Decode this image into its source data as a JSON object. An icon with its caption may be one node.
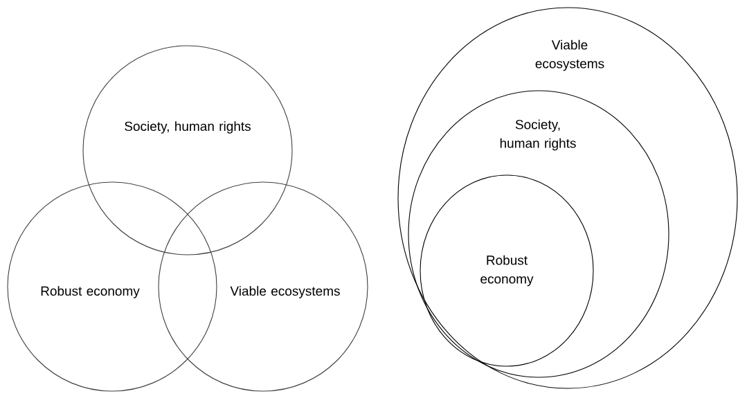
{
  "diagram": {
    "nodes": [
      {
        "text": [
          "Society, human rights"
        ]
      },
      {
        "text": [
          "Robust economy"
        ]
      },
      {
        "text": [
          "Viable ecosystems"
        ]
      },
      {
        "text": [
          "Viable ecosystems"
        ]
      },
      {
        "text": [
          "Society, human rights"
        ],
        "in": 3
      },
      {
        "text": [
          "Robust economy"
        ],
        "in": 4
      }
    ]
  }
}
